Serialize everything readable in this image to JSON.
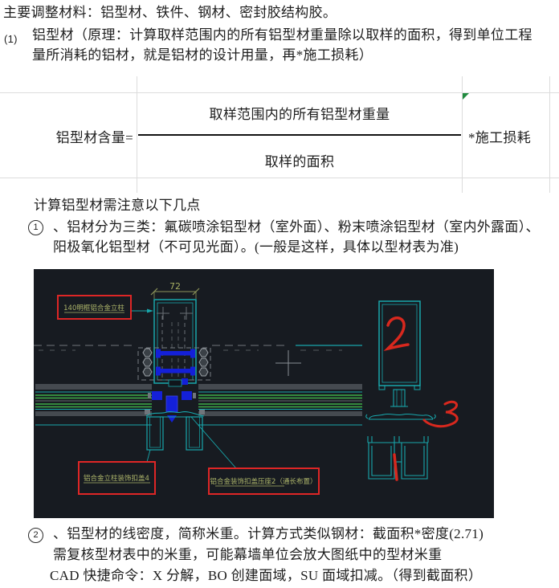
{
  "doc": {
    "intro_line": "主要调整材料：铝型材、铁件、钢材、密封胶结构胶。",
    "item1": {
      "number": "(1)",
      "line1": "铝型材（原理：计算取样范围内的所有铝型材重量除以取样的面积，得到单位工程",
      "line2": "量所消耗的铝材，就是铝材的设计用量，再*施工损耗）"
    },
    "notes_heading": "计算铝型材需注意以下几点",
    "note1": {
      "number": "1",
      "line1": "、铝材分为三类：氟碳喷涂铝型材（室外面）、粉末喷涂铝型材（室内外露面）、",
      "line2": "阳极氧化铝型材（不可见光面）。(一般是这样，具体以型材表为准)"
    },
    "note2": {
      "number": "2",
      "line1": "、铝型材的线密度，简称米重。计算方式类似钢材：截面积*密度(2.71)",
      "line2": "需复核型材表中的米重，可能幕墙单位会放大图纸中的型材米重",
      "line3": "CAD 快捷命令：X 分解，BO 创建面域，SU 面域扣减。（得到截面积）"
    }
  },
  "formula_table": {
    "lhs": "铝型材含量=",
    "numerator": "取样范围内的所有铝型材重量",
    "denominator": "取样的面积",
    "multiplier": "*施工损耗",
    "indicator_color": "#208b3e"
  },
  "cad": {
    "dim_label": "72",
    "label_mullion": "140明框铝合金立柱",
    "label_cover": "铝合金立柱装饰扣盖4",
    "label_pressure": "铝合金装饰扣盖压座2（通长布置）",
    "mark_top": "2",
    "mark_mid": "3",
    "mark_bottom": "1",
    "colors": {
      "background": "#171b21",
      "cyan": "#18a7ac",
      "green": "#3fae49",
      "blue": "#1420d8",
      "gray": "#70757b",
      "red_box": "#de2626",
      "red_mark": "#d8281e",
      "label_text": "#adb56a"
    }
  }
}
